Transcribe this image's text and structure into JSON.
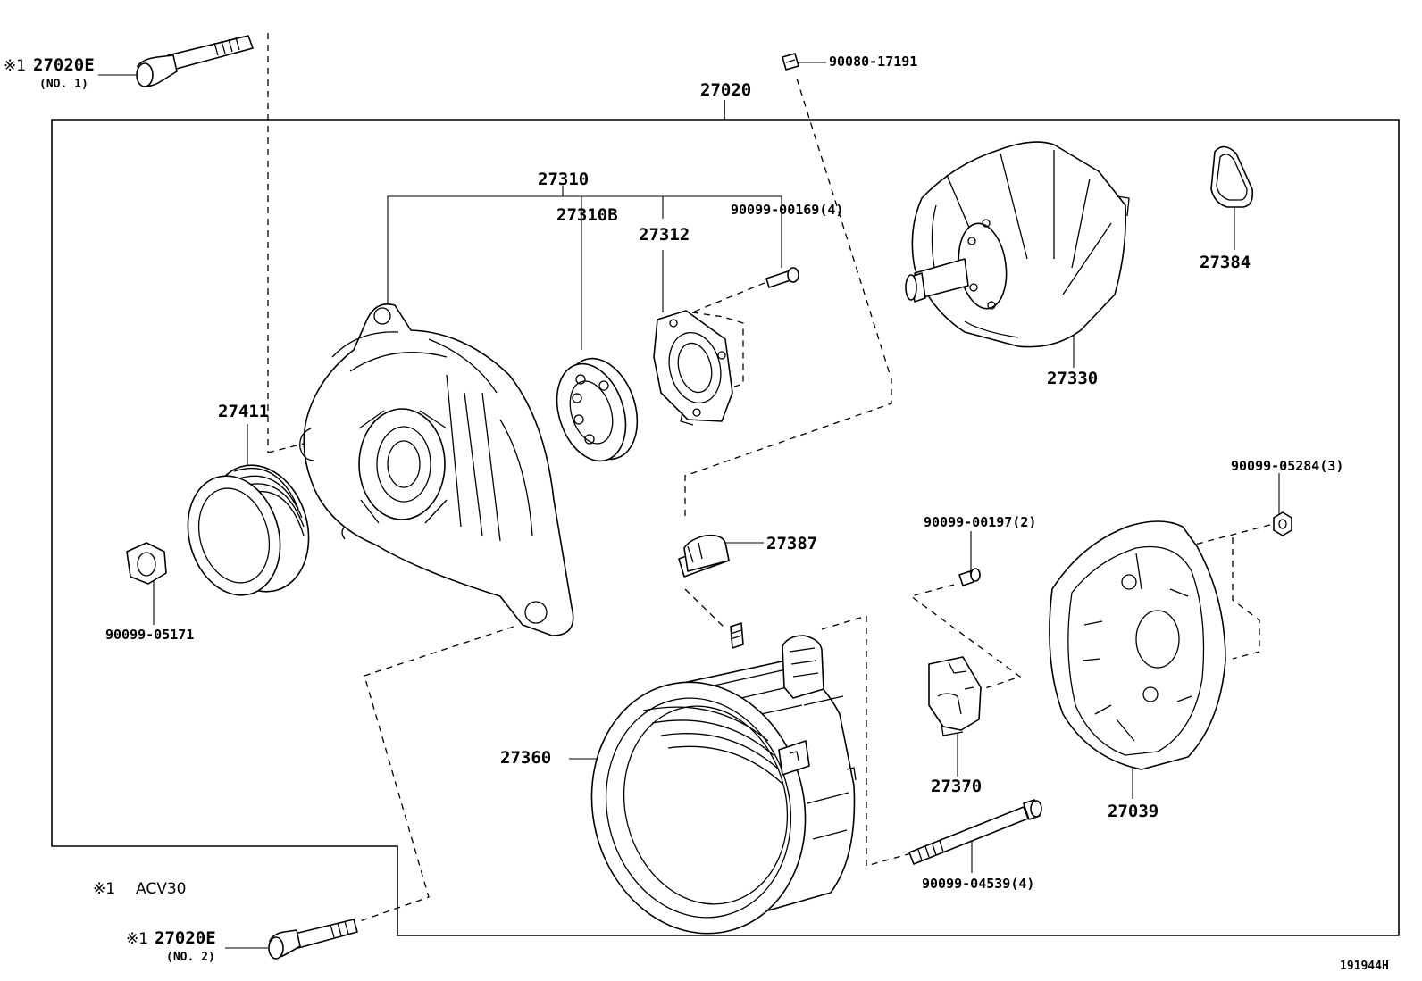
{
  "diagram": {
    "assembly_number": "27020",
    "figure_code": "191944H",
    "footnote_marker": "※1",
    "footnote_text": "ACV30",
    "labels": {
      "bolt_top_number": "27020E",
      "bolt_top_qualifier": "(NO. 1)",
      "bolt_top_marker": "※1",
      "bolt_bottom_number": "27020E",
      "bolt_bottom_qualifier": "(NO. 2)",
      "bolt_bottom_marker": "※1",
      "terminal_insulator": "90080-17191",
      "drive_frame": "27310",
      "bearing": "27310B",
      "retainer_plate": "27312",
      "retainer_screw": "90099-00169(4)",
      "rotor": "27330",
      "rotor_ring": "27384",
      "pulley": "27411",
      "pulley_nut": "90099-05171",
      "terminal_cap": "27387",
      "cover_nut": "90099-05284(3)",
      "brush_holder_screw": "90099-00197(2)",
      "stator": "27360",
      "brush_holder": "27370",
      "rear_cover": "27039",
      "through_bolt": "90099-04539(4)"
    }
  }
}
